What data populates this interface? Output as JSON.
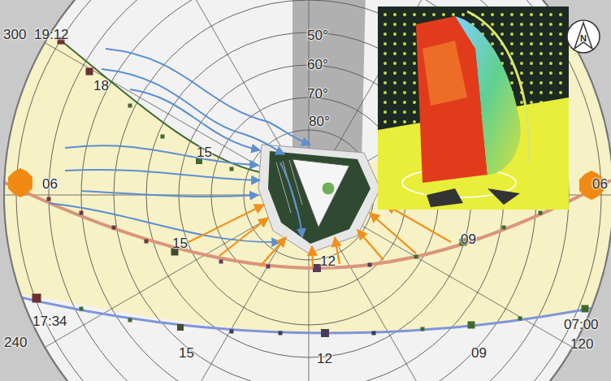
{
  "diagram": {
    "labels": [
      "300",
      "19:12",
      "18",
      "50°",
      "60°",
      "70°",
      "80°",
      "15",
      "06",
      "06",
      "15",
      "12",
      "09",
      "17:34",
      "240",
      "15",
      "12",
      "09",
      "07:00",
      "120",
      "N"
    ]
  }
}
